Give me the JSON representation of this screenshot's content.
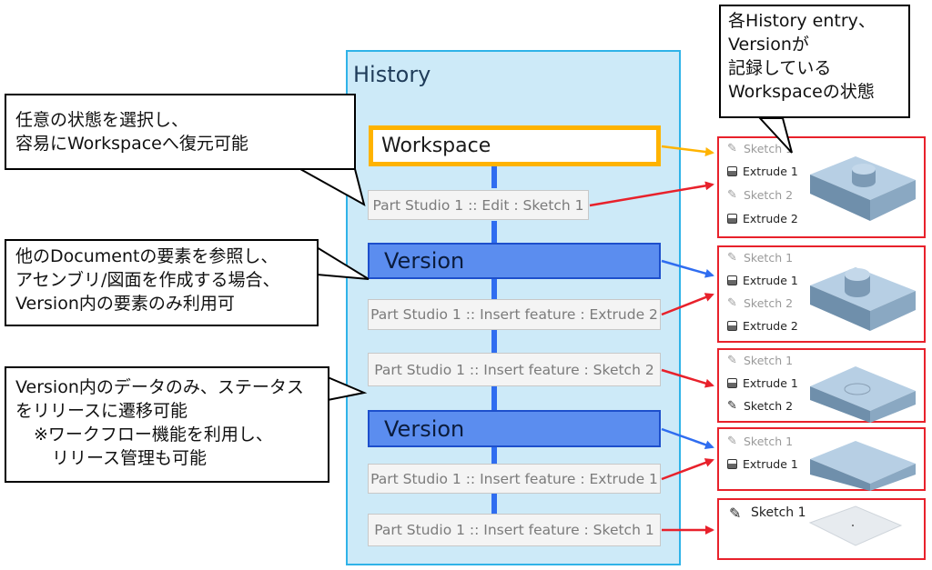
{
  "history": {
    "title": "History"
  },
  "workspace": {
    "label": "Workspace"
  },
  "entries": {
    "edit_sketch1": "Part Studio 1 :: Edit : Sketch 1",
    "insert_extrude2": "Part Studio 1 :: Insert feature : Extrude 2",
    "insert_sketch2": "Part Studio 1 :: Insert feature : Sketch 2",
    "insert_extrude1": "Part Studio 1 :: Insert feature : Extrude 1",
    "insert_sketch1": "Part Studio 1 :: Insert feature : Sketch 1"
  },
  "versions": {
    "v1": "Version",
    "v2": "Version"
  },
  "callouts": {
    "top_right": [
      "各History entry、",
      "Versionが",
      "記録している",
      "Workspaceの状態"
    ],
    "restore": [
      "任意の状態を選択し、",
      "容易にWorkspaceへ復元可能"
    ],
    "reference": [
      "他のDocumentの要素を参照し、",
      "アセンブリ/図面を作成する場合、",
      "Version内の要素のみ利用可"
    ],
    "release": [
      "Version内のデータのみ、ステータス",
      "をリリースに遷移可能",
      "※ワークフロー機能を利用し、",
      "リリース管理も可能"
    ]
  },
  "states": {
    "s1": {
      "sketch1": "Sketch 1",
      "extrude1": "Extrude 1",
      "sketch2": "Sketch 2",
      "extrude2": "Extrude 2"
    },
    "s2": {
      "sketch1": "Sketch 1",
      "extrude1": "Extrude 1",
      "sketch2": "Sketch 2",
      "extrude2": "Extrude 2"
    },
    "s3": {
      "sketch1": "Sketch 1",
      "extrude1": "Extrude 1",
      "sketch2": "Sketch 2"
    },
    "s4": {
      "sketch1": "Sketch 1",
      "extrude1": "Extrude 1"
    },
    "s5": {
      "sketch1": "Sketch 1"
    }
  },
  "colors": {
    "workspace_border": "#ffb300",
    "version_fill": "#5b8def",
    "red": "#e8212b",
    "blue_arrow": "#2f6df0"
  },
  "icons": {
    "sketch": "pencil-icon",
    "extrude": "extrude-icon"
  }
}
